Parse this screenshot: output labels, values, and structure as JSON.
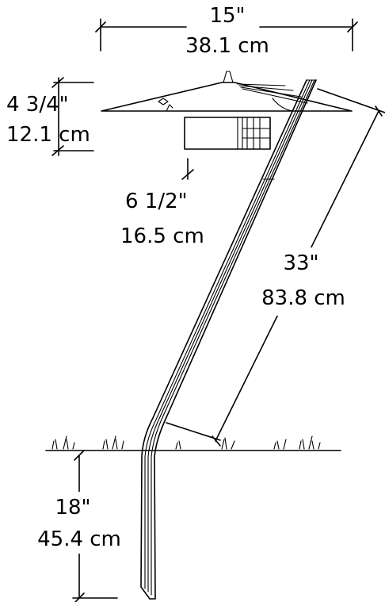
{
  "dimensions": {
    "shade_width": {
      "imperial": "15\"",
      "metric": "38.1 cm"
    },
    "shade_height": {
      "imperial": "4 3/4\"",
      "metric": "12.1 cm"
    },
    "lamp_drop": {
      "imperial": "6 1/2\"",
      "metric": "16.5 cm"
    },
    "arm_length": {
      "imperial": "33\"",
      "metric": "83.8 cm"
    },
    "stake_depth": {
      "imperial": "18\"",
      "metric": "45.4 cm"
    }
  },
  "colors": {
    "line": "#000000",
    "background": "#ffffff"
  }
}
